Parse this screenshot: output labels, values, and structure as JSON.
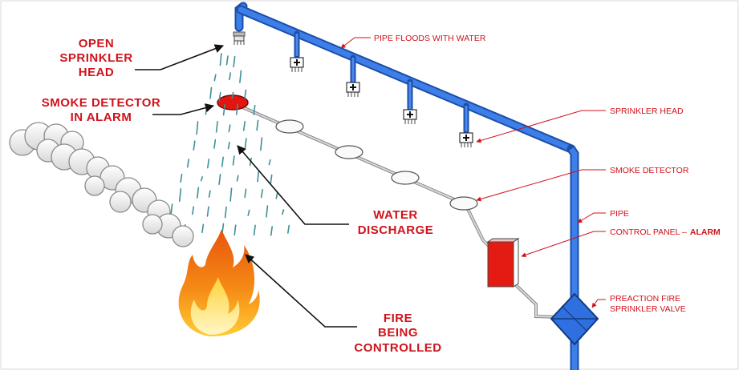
{
  "labels": {
    "open_sprinkler_head": [
      "OPEN",
      "SPRINKLER",
      "HEAD"
    ],
    "smoke_detector_in_alarm": [
      "SMOKE DETECTOR",
      "IN ALARM"
    ],
    "water_discharge": [
      "WATER",
      "DISCHARGE"
    ],
    "fire_being_controlled": [
      "FIRE",
      "BEING",
      "CONTROLLED"
    ],
    "pipe_floods_with_water": "PIPE FLOODS WITH WATER",
    "sprinkler_head": "SPRINKLER HEAD",
    "smoke_detector": "SMOKE DETECTOR",
    "pipe": "PIPE",
    "control_panel_prefix": "CONTROL PANEL –",
    "control_panel_alarm": "ALARM",
    "preaction_valve": [
      "PREACTION FIRE",
      "SPRINKLER VALVE"
    ]
  },
  "colors": {
    "label_red": "#d0121b",
    "pipe_blue": "#2f6fe0",
    "detector_alarm_red": "#e3150f",
    "control_panel_red": "#e31b12",
    "water_drop_teal": "#3f8f98",
    "fire_orange": "#f07a12",
    "fire_yellow": "#ffd23a"
  },
  "icons": {
    "sprinkler": "sprinkler-head-icon",
    "detector": "smoke-detector-icon",
    "fire": "fire-icon",
    "smoke": "smoke-cloud-icon",
    "valve": "valve-icon"
  }
}
